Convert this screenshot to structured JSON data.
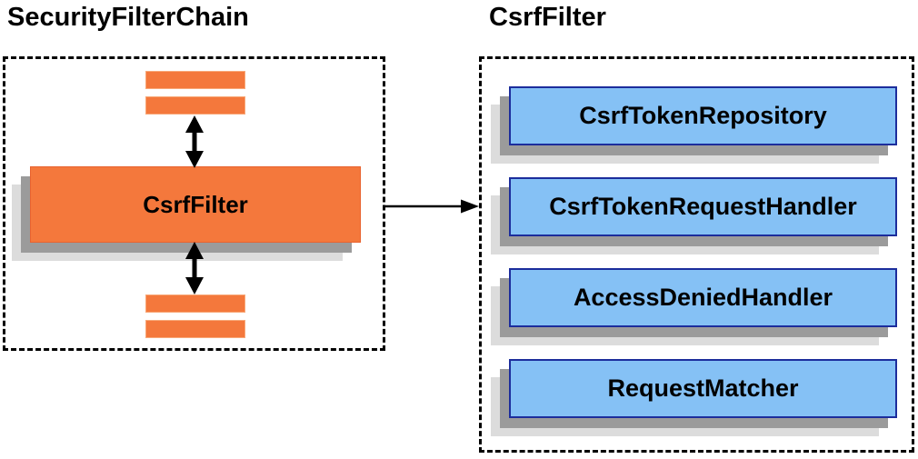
{
  "left_panel": {
    "title": "SecurityFilterChain",
    "filter_box_label": "CsrfFilter"
  },
  "right_panel": {
    "title": "CsrfFilter",
    "boxes": [
      {
        "label": "CsrfTokenRepository"
      },
      {
        "label": "CsrfTokenRequestHandler"
      },
      {
        "label": "AccessDeniedHandler"
      },
      {
        "label": "RequestMatcher"
      }
    ]
  },
  "colors": {
    "orange_fill": "#F4783C",
    "orange_border_light": "#F8A878",
    "orange_border_dark": "#E8632F",
    "blue_fill": "#85C1F5",
    "blue_border": "#1C2D9C",
    "shadow_dark": "#9B9B9B",
    "shadow_light": "#DCDCDC",
    "arrow": "#000000"
  }
}
